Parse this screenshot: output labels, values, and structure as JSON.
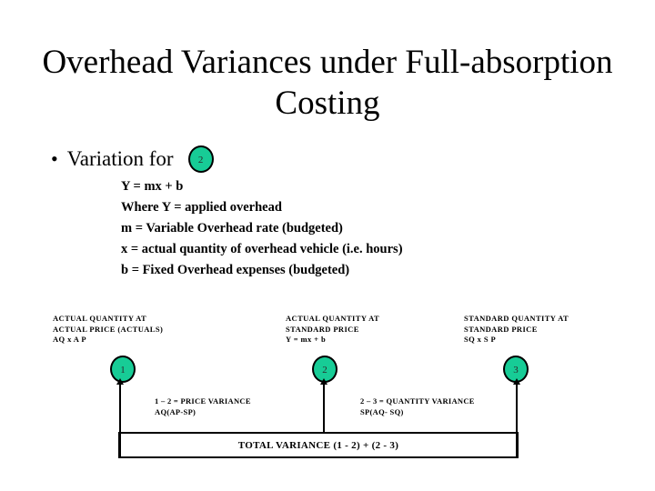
{
  "slide": {
    "title": "Overhead Variances under Full-absorption Costing",
    "bullet": {
      "marker": "•",
      "text": "Variation for",
      "badge": "2"
    },
    "definitions": [
      "Y = mx + b",
      "Where Y = applied overhead",
      "m = Variable Overhead rate (budgeted)",
      "x = actual quantity of overhead vehicle (i.e. hours)",
      "b = Fixed Overhead expenses (budgeted)"
    ],
    "columns": [
      {
        "line1": "ACTUAL QUANTITY AT",
        "line2": "ACTUAL PRICE (ACTUALS)",
        "line3": "AQ x A P",
        "marker": "1"
      },
      {
        "line1": "ACTUAL QUANTITY AT",
        "line2": "STANDARD PRICE",
        "line3": "Y = mx + b",
        "marker": "2"
      },
      {
        "line1": "STANDARD QUANTITY AT",
        "line2": "STANDARD PRICE",
        "line3": "SQ x S P",
        "marker": "3"
      }
    ],
    "variances": [
      {
        "line1": "1 – 2 = PRICE VARIANCE",
        "line2": "AQ(AP-SP)"
      },
      {
        "line1": "2 – 3 = QUANTITY VARIANCE",
        "line2": "SP(AQ- SQ)"
      }
    ],
    "total_variance": "TOTAL VARIANCE (1 - 2) + (2 - 3)",
    "colors": {
      "badge_fill": "#17CC96",
      "outline": "#000000",
      "background": "#FFFFFF",
      "text": "#000000"
    }
  }
}
